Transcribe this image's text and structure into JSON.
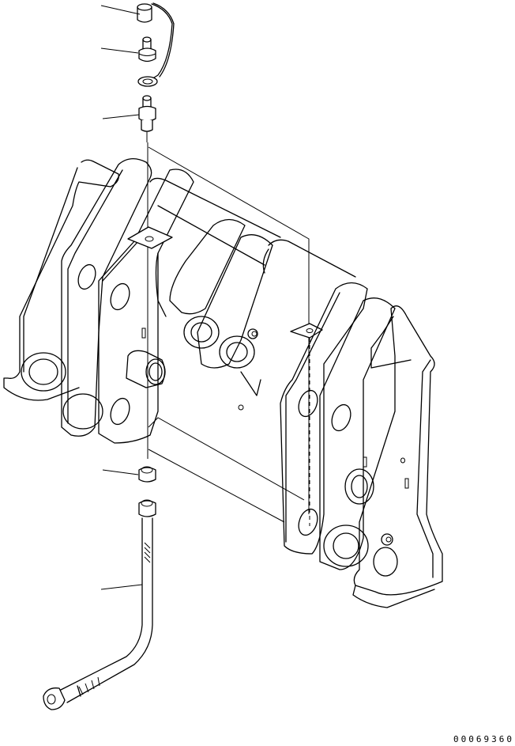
{
  "diagram": {
    "type": "exploded parts illustration",
    "subject": "quick coupler frame with grease fitting, cap, adapter, elbow nut and grease hose",
    "figure_number": "00069360",
    "callouts": [
      {
        "id": "leader-1",
        "part": "cap"
      },
      {
        "id": "leader-2",
        "part": "grease-nipple"
      },
      {
        "id": "leader-3",
        "part": "adapter"
      },
      {
        "id": "leader-4",
        "part": "nut"
      },
      {
        "id": "leader-5",
        "part": "grease-hose"
      }
    ],
    "colors": {
      "line": "#000000",
      "background": "#ffffff"
    }
  }
}
